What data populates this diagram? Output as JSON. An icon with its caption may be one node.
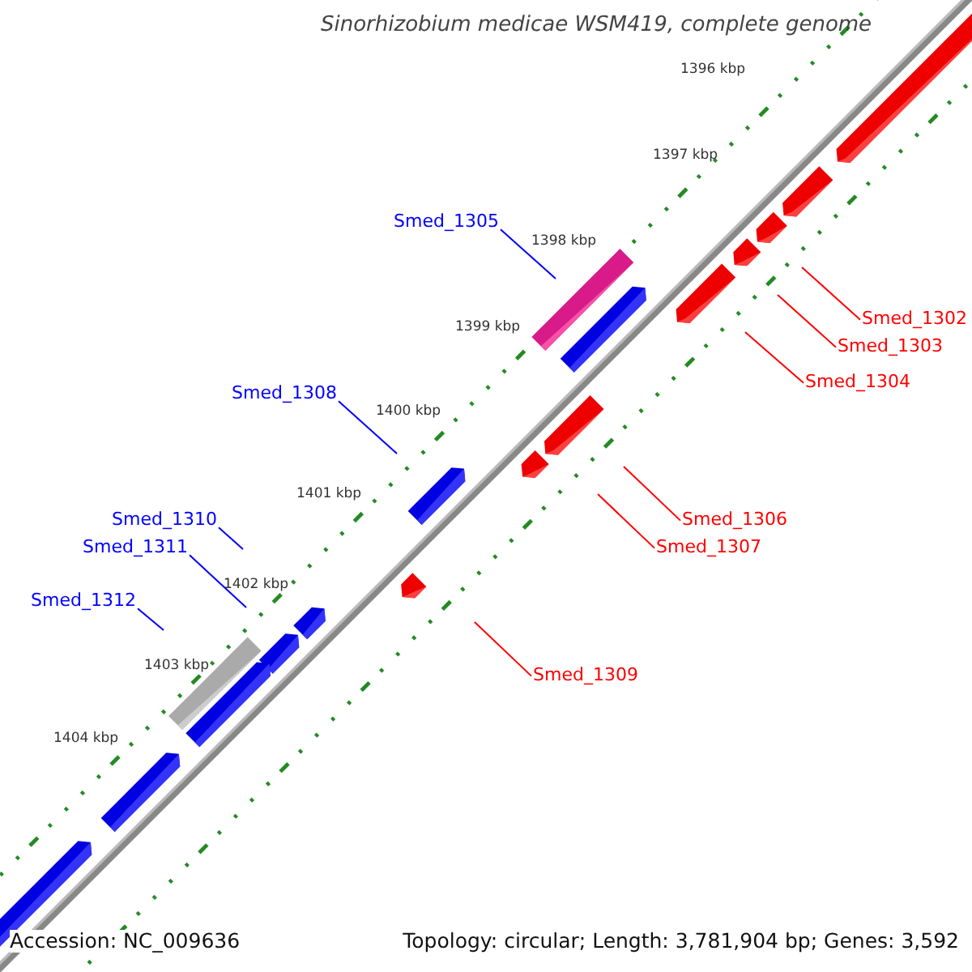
{
  "diagram": {
    "title": "Sinorhizobium medicae WSM419, complete genome",
    "nodes": [
      {
        "text": [
          "Smed_1305"
        ]
      },
      {
        "text": [
          "Smed_1302"
        ]
      },
      {
        "text": [
          "Smed_1303"
        ]
      },
      {
        "text": [
          "Smed_1304"
        ]
      },
      {
        "text": [
          "Smed_1308"
        ]
      },
      {
        "text": [
          "Smed_1310"
        ]
      },
      {
        "text": [
          "Smed_1306"
        ]
      },
      {
        "text": [
          "Smed_1311"
        ]
      },
      {
        "text": [
          "Smed_1307"
        ]
      },
      {
        "text": [
          "Smed_1312"
        ]
      },
      {
        "text": [
          "Smed_1309"
        ]
      }
    ],
    "edges": [
      {
        "from": 0,
        "to": null,
        "arrow": "none",
        "color": "#0000ff"
      },
      {
        "from": 1,
        "to": null,
        "arrow": "none"
      },
      {
        "from": 2,
        "to": null,
        "arrow": "none"
      },
      {
        "from": 3,
        "to": null,
        "arrow": "none"
      },
      {
        "from": 4,
        "to": null,
        "arrow": "none",
        "color": "#0000ff"
      },
      {
        "from": 5,
        "to": null,
        "arrow": "none",
        "color": "#0000ff"
      },
      {
        "from": 6,
        "to": null,
        "arrow": "none"
      },
      {
        "from": 7,
        "to": null,
        "arrow": "none",
        "color": "#0000ff"
      },
      {
        "from": 8,
        "to": null,
        "arrow": "none"
      },
      {
        "from": 9,
        "to": null,
        "arrow": "none",
        "color": "#0000ff"
      },
      {
        "from": 10,
        "to": null,
        "arrow": "none"
      }
    ],
    "labels": [
      "1396 kbp",
      "1397 kbp",
      "1398 kbp",
      "1399 kbp",
      "1400 kbp",
      "1401 kbp",
      "1402 kbp",
      "1403 kbp",
      "1404 kbp",
      "Accession: NC_009636",
      "Topology: circular; Length: 3,781,904 bp; Genes: 3,592"
    ]
  }
}
